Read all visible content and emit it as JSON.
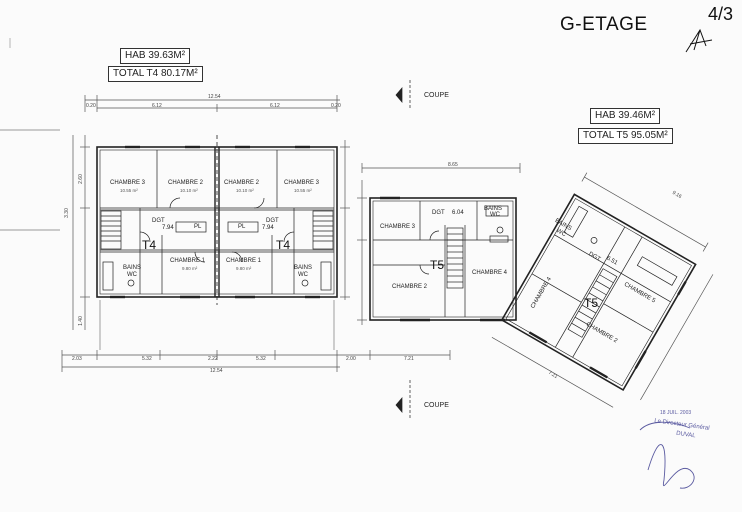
{
  "sheet": {
    "title": "G-ETAGE",
    "page_number": "4/3"
  },
  "area_boxes": {
    "t4_hab": "HAB 39.63M²",
    "t4_total": "TOTAL T4 80.17M²",
    "t5_hab": "HAB 39.46M²",
    "t5_total": "TOTAL T5 95.05M²"
  },
  "section_marks": {
    "top": "COUPE",
    "bottom": "COUPE"
  },
  "rooms_t4_left": {
    "ch3": "CHAMBRE 3",
    "ch3_area": "10.55 m²",
    "ch2": "CHAMBRE 2",
    "ch2_area": "10.10 m²",
    "dgt": "DGT",
    "dgt_area": "7.94",
    "pl": "PL",
    "bains": "BAINS",
    "wc": "WC",
    "ch1": "CHAMBRE 1",
    "ch1_area": "9.80 m²",
    "type": "T4"
  },
  "rooms_t4_right": {
    "ch2": "CHAMBRE 2",
    "ch2_area": "10.10 m²",
    "ch3": "CHAMBRE 3",
    "ch3_area": "10.55 m²",
    "dgt": "DGT",
    "dgt_area": "7.94",
    "pl": "PL",
    "bains": "BAINS",
    "wc": "WC",
    "ch1": "CHAMBRE 1",
    "ch1_area": "9.80 m²",
    "type": "T4"
  },
  "rooms_t5_mid": {
    "ch3": "CHAMBRE 3",
    "dgt": "DGT",
    "dgt_area": "6.04",
    "bains": "BAINS",
    "wc": "WC",
    "ch4": "CHAMBRE 4",
    "ch2": "CHAMBRE 2",
    "type": "T5"
  },
  "rooms_t5_rot": {
    "bains": "BAINS",
    "wc": "WC",
    "dgt": "DGT",
    "dgt_area": "6.51",
    "ch4": "CHAMBRE 4",
    "ch5": "CHAMBRE 5",
    "ch2": "CHAMBRE 2",
    "type": "T5"
  },
  "dimensions": {
    "top_total": "12.54",
    "top_a": "6.12",
    "top_b": "6.12",
    "top_l": "0.20",
    "top_r": "0.20",
    "bot_1": "2.03",
    "bot_2": "5.32",
    "bot_3": "2.22",
    "bot_4": "5.32",
    "bot_5": "2.00",
    "bot_6": "7.21",
    "bot_total": "12.54",
    "mid_top": "8.65",
    "left_1": "2.60",
    "left_2": "3.30",
    "left_3": "1.40",
    "rot_top": "9.16",
    "rot_bot": "7.21"
  },
  "stamp": {
    "date": "18 JUIL. 2003",
    "line1": "Le Directeur Général",
    "line2": "DUVAL"
  }
}
